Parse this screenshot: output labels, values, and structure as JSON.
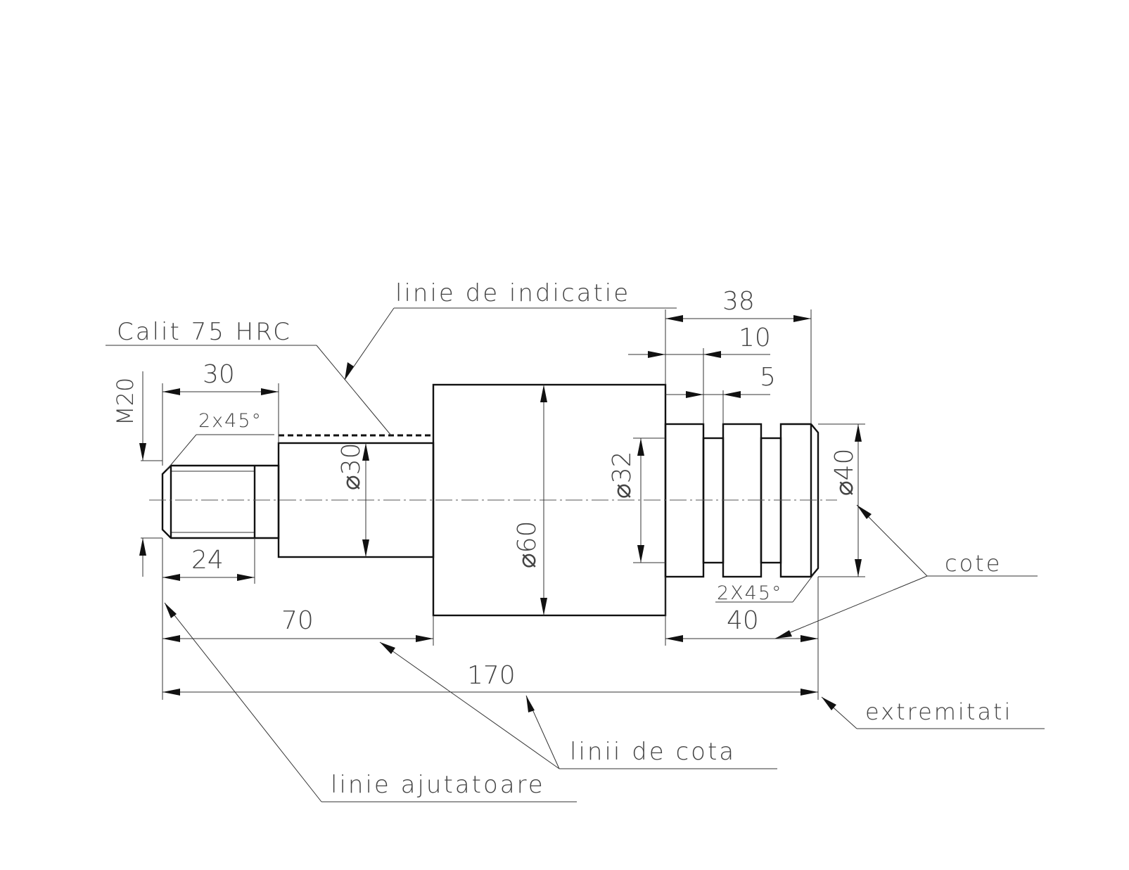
{
  "labels": {
    "linie_de_indicatie": "linie de indicatie",
    "calit": "Calit 75 HRC",
    "cote": "cote",
    "extremitati": "extremitati",
    "linii_de_cota": "linii de cota",
    "linie_ajutatoare": "linie ajutatoare"
  },
  "dimensions": {
    "d38": "38",
    "d10": "10",
    "d5": "5",
    "d30": "30",
    "m20": "M20",
    "chamfer_left": "2x45°",
    "chamfer_right": "2X45°",
    "dia30": "⌀30",
    "dia60": "⌀60",
    "dia32": "⌀32",
    "dia40": "⌀40",
    "d24": "24",
    "d70": "70",
    "d40": "40",
    "d170": "170"
  }
}
